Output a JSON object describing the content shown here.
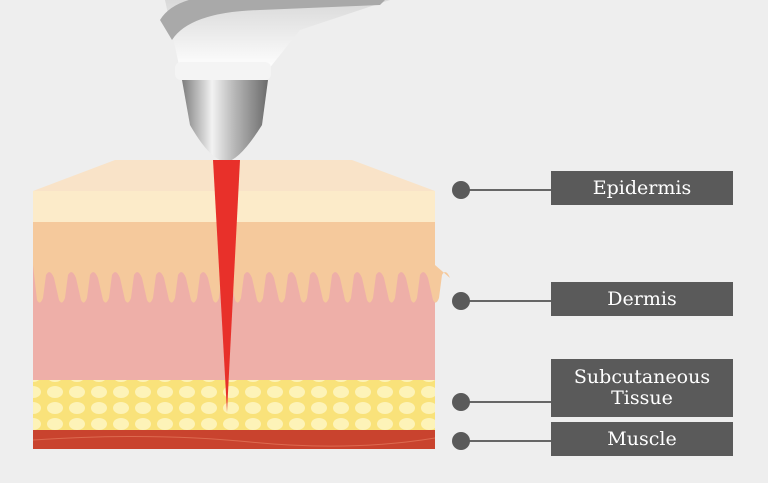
{
  "diagram": {
    "labels": {
      "epidermis": "Epidermis",
      "dermis": "Dermis",
      "subcutaneous": "Subcutaneous Tissue",
      "muscle": "Muscle"
    },
    "colors": {
      "background": "#eeeeee",
      "label_bg": "#5a5a5a",
      "laser": "#e8302a",
      "epidermis": "#fbe7c8",
      "epidermis_lower": "#f5c99c",
      "dermis": "#eeafa8",
      "fat": "#f9e27a",
      "muscle": "#c9432e"
    }
  }
}
